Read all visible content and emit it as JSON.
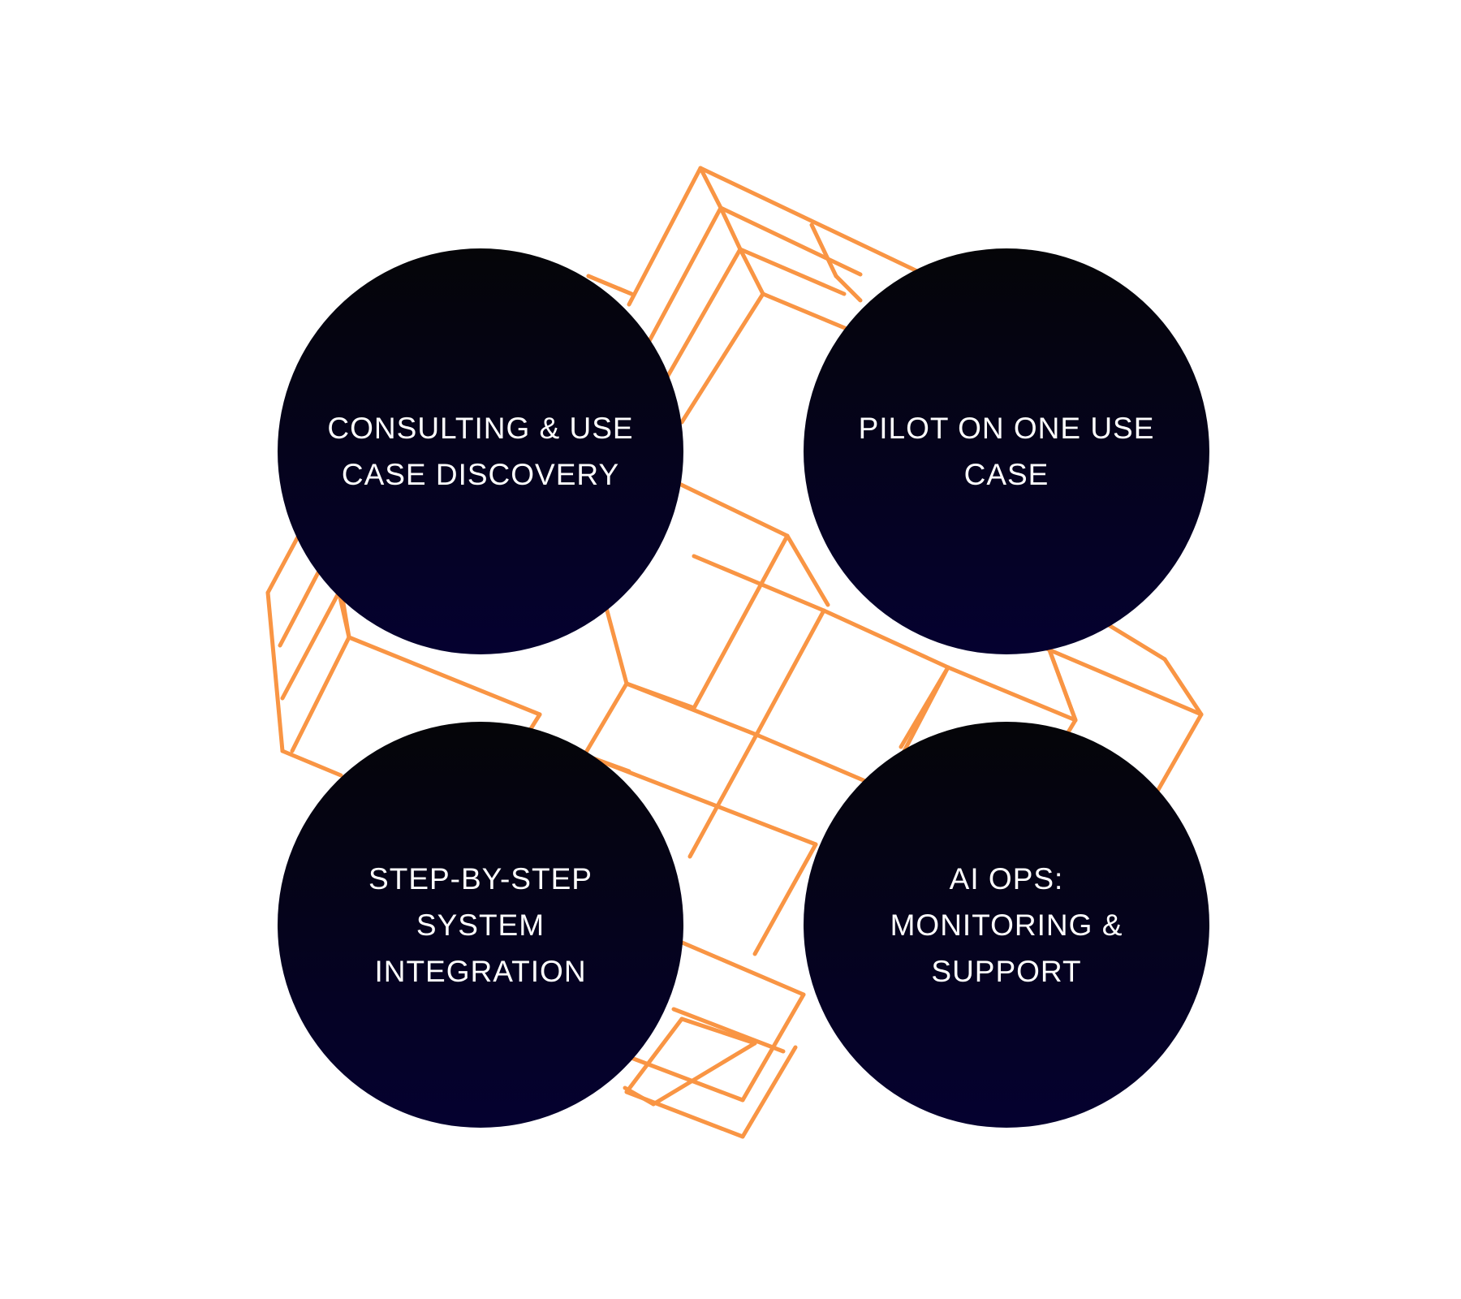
{
  "colors": {
    "background": "#ffffff",
    "grid_line": "#F99544",
    "circle_top": "#050508",
    "circle_bottom": "#050130",
    "label": "#ffffff"
  },
  "steps": [
    {
      "label": "CONSULTING & USE CASE DISCOVERY"
    },
    {
      "label": "PILOT ON ONE USE CASE"
    },
    {
      "label": "STEP-BY-STEP SYSTEM INTEGRATION"
    },
    {
      "label": "AI OPS: MONITORING & SUPPORT"
    }
  ]
}
